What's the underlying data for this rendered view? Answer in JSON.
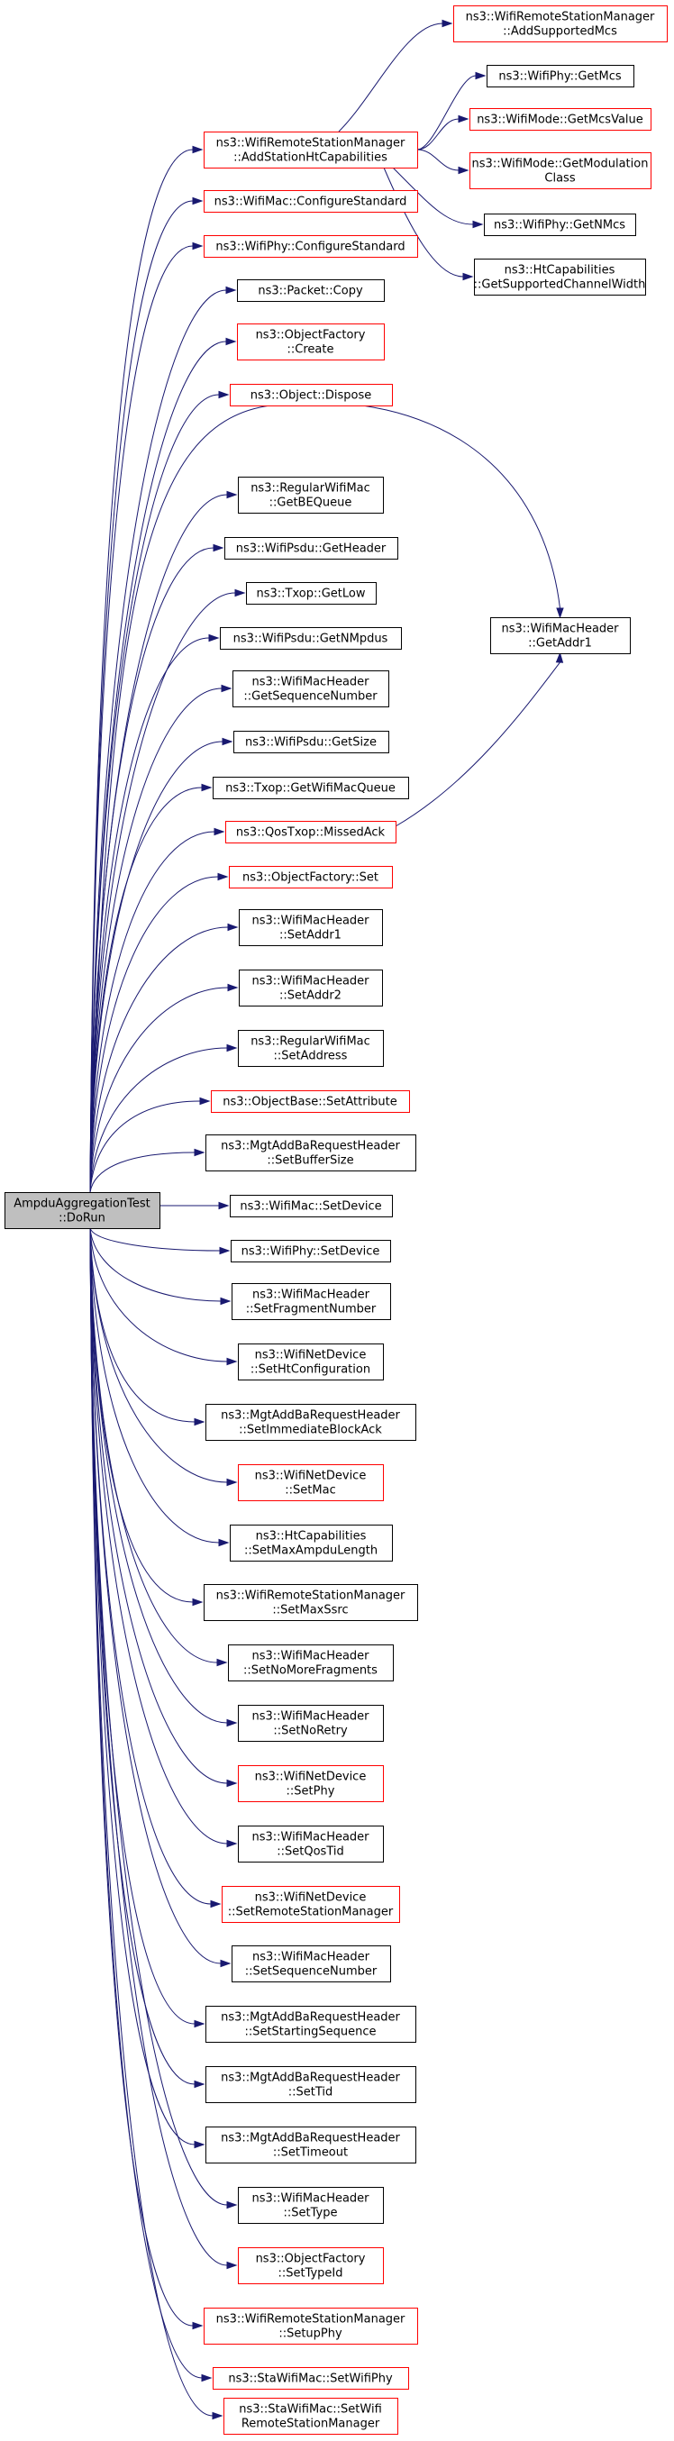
{
  "root": {
    "id": "root",
    "lines": [
      "AmpduAggregationTest",
      "::DoRun"
    ]
  },
  "nodes": [
    {
      "id": "AddStationHtCapabilities",
      "lines": [
        "ns3::WifiRemoteStationManager",
        "::AddStationHtCapabilities"
      ],
      "style": "red"
    },
    {
      "id": "WifiMacConfigureStandard",
      "lines": [
        "ns3::WifiMac::ConfigureStandard"
      ],
      "style": "red"
    },
    {
      "id": "WifiPhyConfigureStandard",
      "lines": [
        "ns3::WifiPhy::ConfigureStandard"
      ],
      "style": "red"
    },
    {
      "id": "PacketCopy",
      "lines": [
        "ns3::Packet::Copy"
      ],
      "style": "black"
    },
    {
      "id": "ObjectFactoryCreate",
      "lines": [
        "ns3::ObjectFactory",
        "::Create"
      ],
      "style": "red"
    },
    {
      "id": "ObjectDispose",
      "lines": [
        "ns3::Object::Dispose"
      ],
      "style": "red"
    },
    {
      "id": "GetBEQueue",
      "lines": [
        "ns3::RegularWifiMac",
        "::GetBEQueue"
      ],
      "style": "black"
    },
    {
      "id": "WifiPsduGetHeader",
      "lines": [
        "ns3::WifiPsdu::GetHeader"
      ],
      "style": "black"
    },
    {
      "id": "TxopGetLow",
      "lines": [
        "ns3::Txop::GetLow"
      ],
      "style": "black"
    },
    {
      "id": "GetNMpdus",
      "lines": [
        "ns3::WifiPsdu::GetNMpdus"
      ],
      "style": "black"
    },
    {
      "id": "GetSequenceNumber",
      "lines": [
        "ns3::WifiMacHeader",
        "::GetSequenceNumber"
      ],
      "style": "black"
    },
    {
      "id": "WifiPsduGetSize",
      "lines": [
        "ns3::WifiPsdu::GetSize"
      ],
      "style": "black"
    },
    {
      "id": "GetWifiMacQueue",
      "lines": [
        "ns3::Txop::GetWifiMacQueue"
      ],
      "style": "black"
    },
    {
      "id": "MissedAck",
      "lines": [
        "ns3::QosTxop::MissedAck"
      ],
      "style": "red"
    },
    {
      "id": "ObjectFactorySet",
      "lines": [
        "ns3::ObjectFactory::Set"
      ],
      "style": "red"
    },
    {
      "id": "SetAddr1",
      "lines": [
        "ns3::WifiMacHeader",
        "::SetAddr1"
      ],
      "style": "black"
    },
    {
      "id": "SetAddr2",
      "lines": [
        "ns3::WifiMacHeader",
        "::SetAddr2"
      ],
      "style": "black"
    },
    {
      "id": "SetAddress",
      "lines": [
        "ns3::RegularWifiMac",
        "::SetAddress"
      ],
      "style": "black"
    },
    {
      "id": "SetAttribute",
      "lines": [
        "ns3::ObjectBase::SetAttribute"
      ],
      "style": "red"
    },
    {
      "id": "SetBufferSize",
      "lines": [
        "ns3::MgtAddBaRequestHeader",
        "::SetBufferSize"
      ],
      "style": "black"
    },
    {
      "id": "WifiMacSetDevice",
      "lines": [
        "ns3::WifiMac::SetDevice"
      ],
      "style": "black"
    },
    {
      "id": "WifiPhySetDevice",
      "lines": [
        "ns3::WifiPhy::SetDevice"
      ],
      "style": "black"
    },
    {
      "id": "SetFragmentNumber",
      "lines": [
        "ns3::WifiMacHeader",
        "::SetFragmentNumber"
      ],
      "style": "black"
    },
    {
      "id": "SetHtConfiguration",
      "lines": [
        "ns3::WifiNetDevice",
        "::SetHtConfiguration"
      ],
      "style": "black"
    },
    {
      "id": "SetImmediateBlockAck",
      "lines": [
        "ns3::MgtAddBaRequestHeader",
        "::SetImmediateBlockAck"
      ],
      "style": "black"
    },
    {
      "id": "SetMac",
      "lines": [
        "ns3::WifiNetDevice",
        "::SetMac"
      ],
      "style": "red"
    },
    {
      "id": "SetMaxAmpduLength",
      "lines": [
        "ns3::HtCapabilities",
        "::SetMaxAmpduLength"
      ],
      "style": "black"
    },
    {
      "id": "SetMaxSsrc",
      "lines": [
        "ns3::WifiRemoteStationManager",
        "::SetMaxSsrc"
      ],
      "style": "black"
    },
    {
      "id": "SetNoMoreFragments",
      "lines": [
        "ns3::WifiMacHeader",
        "::SetNoMoreFragments"
      ],
      "style": "black"
    },
    {
      "id": "SetNoRetry",
      "lines": [
        "ns3::WifiMacHeader",
        "::SetNoRetry"
      ],
      "style": "black"
    },
    {
      "id": "SetPhy",
      "lines": [
        "ns3::WifiNetDevice",
        "::SetPhy"
      ],
      "style": "red"
    },
    {
      "id": "SetQosTid",
      "lines": [
        "ns3::WifiMacHeader",
        "::SetQosTid"
      ],
      "style": "black"
    },
    {
      "id": "SetRemoteStationManager",
      "lines": [
        "ns3::WifiNetDevice",
        "::SetRemoteStationManager"
      ],
      "style": "red"
    },
    {
      "id": "SetSequenceNumber",
      "lines": [
        "ns3::WifiMacHeader",
        "::SetSequenceNumber"
      ],
      "style": "black"
    },
    {
      "id": "SetStartingSequence",
      "lines": [
        "ns3::MgtAddBaRequestHeader",
        "::SetStartingSequence"
      ],
      "style": "black"
    },
    {
      "id": "SetTid",
      "lines": [
        "ns3::MgtAddBaRequestHeader",
        "::SetTid"
      ],
      "style": "black"
    },
    {
      "id": "SetTimeout",
      "lines": [
        "ns3::MgtAddBaRequestHeader",
        "::SetTimeout"
      ],
      "style": "black"
    },
    {
      "id": "SetType",
      "lines": [
        "ns3::WifiMacHeader",
        "::SetType"
      ],
      "style": "black"
    },
    {
      "id": "SetTypeId",
      "lines": [
        "ns3::ObjectFactory",
        "::SetTypeId"
      ],
      "style": "red"
    },
    {
      "id": "SetupPhy",
      "lines": [
        "ns3::WifiRemoteStationManager",
        "::SetupPhy"
      ],
      "style": "red"
    },
    {
      "id": "SetWifiPhy",
      "lines": [
        "ns3::StaWifiMac::SetWifiPhy"
      ],
      "style": "red"
    },
    {
      "id": "SetWifiRemoteStationManager",
      "lines": [
        "ns3::StaWifiMac::SetWifi",
        "RemoteStationManager"
      ],
      "style": "red"
    },
    {
      "id": "AddSupportedMcs",
      "lines": [
        "ns3::WifiRemoteStationManager",
        "::AddSupportedMcs"
      ],
      "style": "red"
    },
    {
      "id": "GetMcs",
      "lines": [
        "ns3::WifiPhy::GetMcs"
      ],
      "style": "black"
    },
    {
      "id": "GetMcsValue",
      "lines": [
        "ns3::WifiMode::GetMcsValue"
      ],
      "style": "red"
    },
    {
      "id": "GetModulationClass",
      "lines": [
        "ns3::WifiMode::GetModulation",
        "Class"
      ],
      "style": "red"
    },
    {
      "id": "GetNMcs",
      "lines": [
        "ns3::WifiPhy::GetNMcs"
      ],
      "style": "black"
    },
    {
      "id": "GetSupportedChannelWidth",
      "lines": [
        "ns3::HtCapabilities",
        "::GetSupportedChannelWidth"
      ],
      "style": "black"
    },
    {
      "id": "GetAddr1",
      "lines": [
        "ns3::WifiMacHeader",
        "::GetAddr1"
      ],
      "style": "black"
    }
  ],
  "edges": [
    [
      "root",
      "AddStationHtCapabilities"
    ],
    [
      "root",
      "WifiMacConfigureStandard"
    ],
    [
      "root",
      "WifiPhyConfigureStandard"
    ],
    [
      "root",
      "PacketCopy"
    ],
    [
      "root",
      "ObjectFactoryCreate"
    ],
    [
      "root",
      "ObjectDispose"
    ],
    [
      "root",
      "GetAddr1"
    ],
    [
      "root",
      "GetBEQueue"
    ],
    [
      "root",
      "WifiPsduGetHeader"
    ],
    [
      "root",
      "TxopGetLow"
    ],
    [
      "root",
      "GetNMpdus"
    ],
    [
      "root",
      "GetSequenceNumber"
    ],
    [
      "root",
      "WifiPsduGetSize"
    ],
    [
      "root",
      "GetWifiMacQueue"
    ],
    [
      "root",
      "MissedAck"
    ],
    [
      "root",
      "ObjectFactorySet"
    ],
    [
      "root",
      "SetAddr1"
    ],
    [
      "root",
      "SetAddr2"
    ],
    [
      "root",
      "SetAddress"
    ],
    [
      "root",
      "SetAttribute"
    ],
    [
      "root",
      "SetBufferSize"
    ],
    [
      "root",
      "WifiMacSetDevice"
    ],
    [
      "root",
      "WifiPhySetDevice"
    ],
    [
      "root",
      "SetFragmentNumber"
    ],
    [
      "root",
      "SetHtConfiguration"
    ],
    [
      "root",
      "SetImmediateBlockAck"
    ],
    [
      "root",
      "SetMac"
    ],
    [
      "root",
      "SetMaxAmpduLength"
    ],
    [
      "root",
      "SetMaxSsrc"
    ],
    [
      "root",
      "SetNoMoreFragments"
    ],
    [
      "root",
      "SetNoRetry"
    ],
    [
      "root",
      "SetPhy"
    ],
    [
      "root",
      "SetQosTid"
    ],
    [
      "root",
      "SetRemoteStationManager"
    ],
    [
      "root",
      "SetSequenceNumber"
    ],
    [
      "root",
      "SetStartingSequence"
    ],
    [
      "root",
      "SetTid"
    ],
    [
      "root",
      "SetTimeout"
    ],
    [
      "root",
      "SetType"
    ],
    [
      "root",
      "SetTypeId"
    ],
    [
      "root",
      "SetupPhy"
    ],
    [
      "root",
      "SetWifiPhy"
    ],
    [
      "root",
      "SetWifiRemoteStationManager"
    ],
    [
      "AddStationHtCapabilities",
      "AddSupportedMcs"
    ],
    [
      "AddStationHtCapabilities",
      "GetMcs"
    ],
    [
      "AddStationHtCapabilities",
      "GetMcsValue"
    ],
    [
      "AddStationHtCapabilities",
      "GetModulationClass"
    ],
    [
      "AddStationHtCapabilities",
      "GetNMcs"
    ],
    [
      "AddStationHtCapabilities",
      "GetSupportedChannelWidth"
    ],
    [
      "MissedAck",
      "GetAddr1"
    ]
  ]
}
